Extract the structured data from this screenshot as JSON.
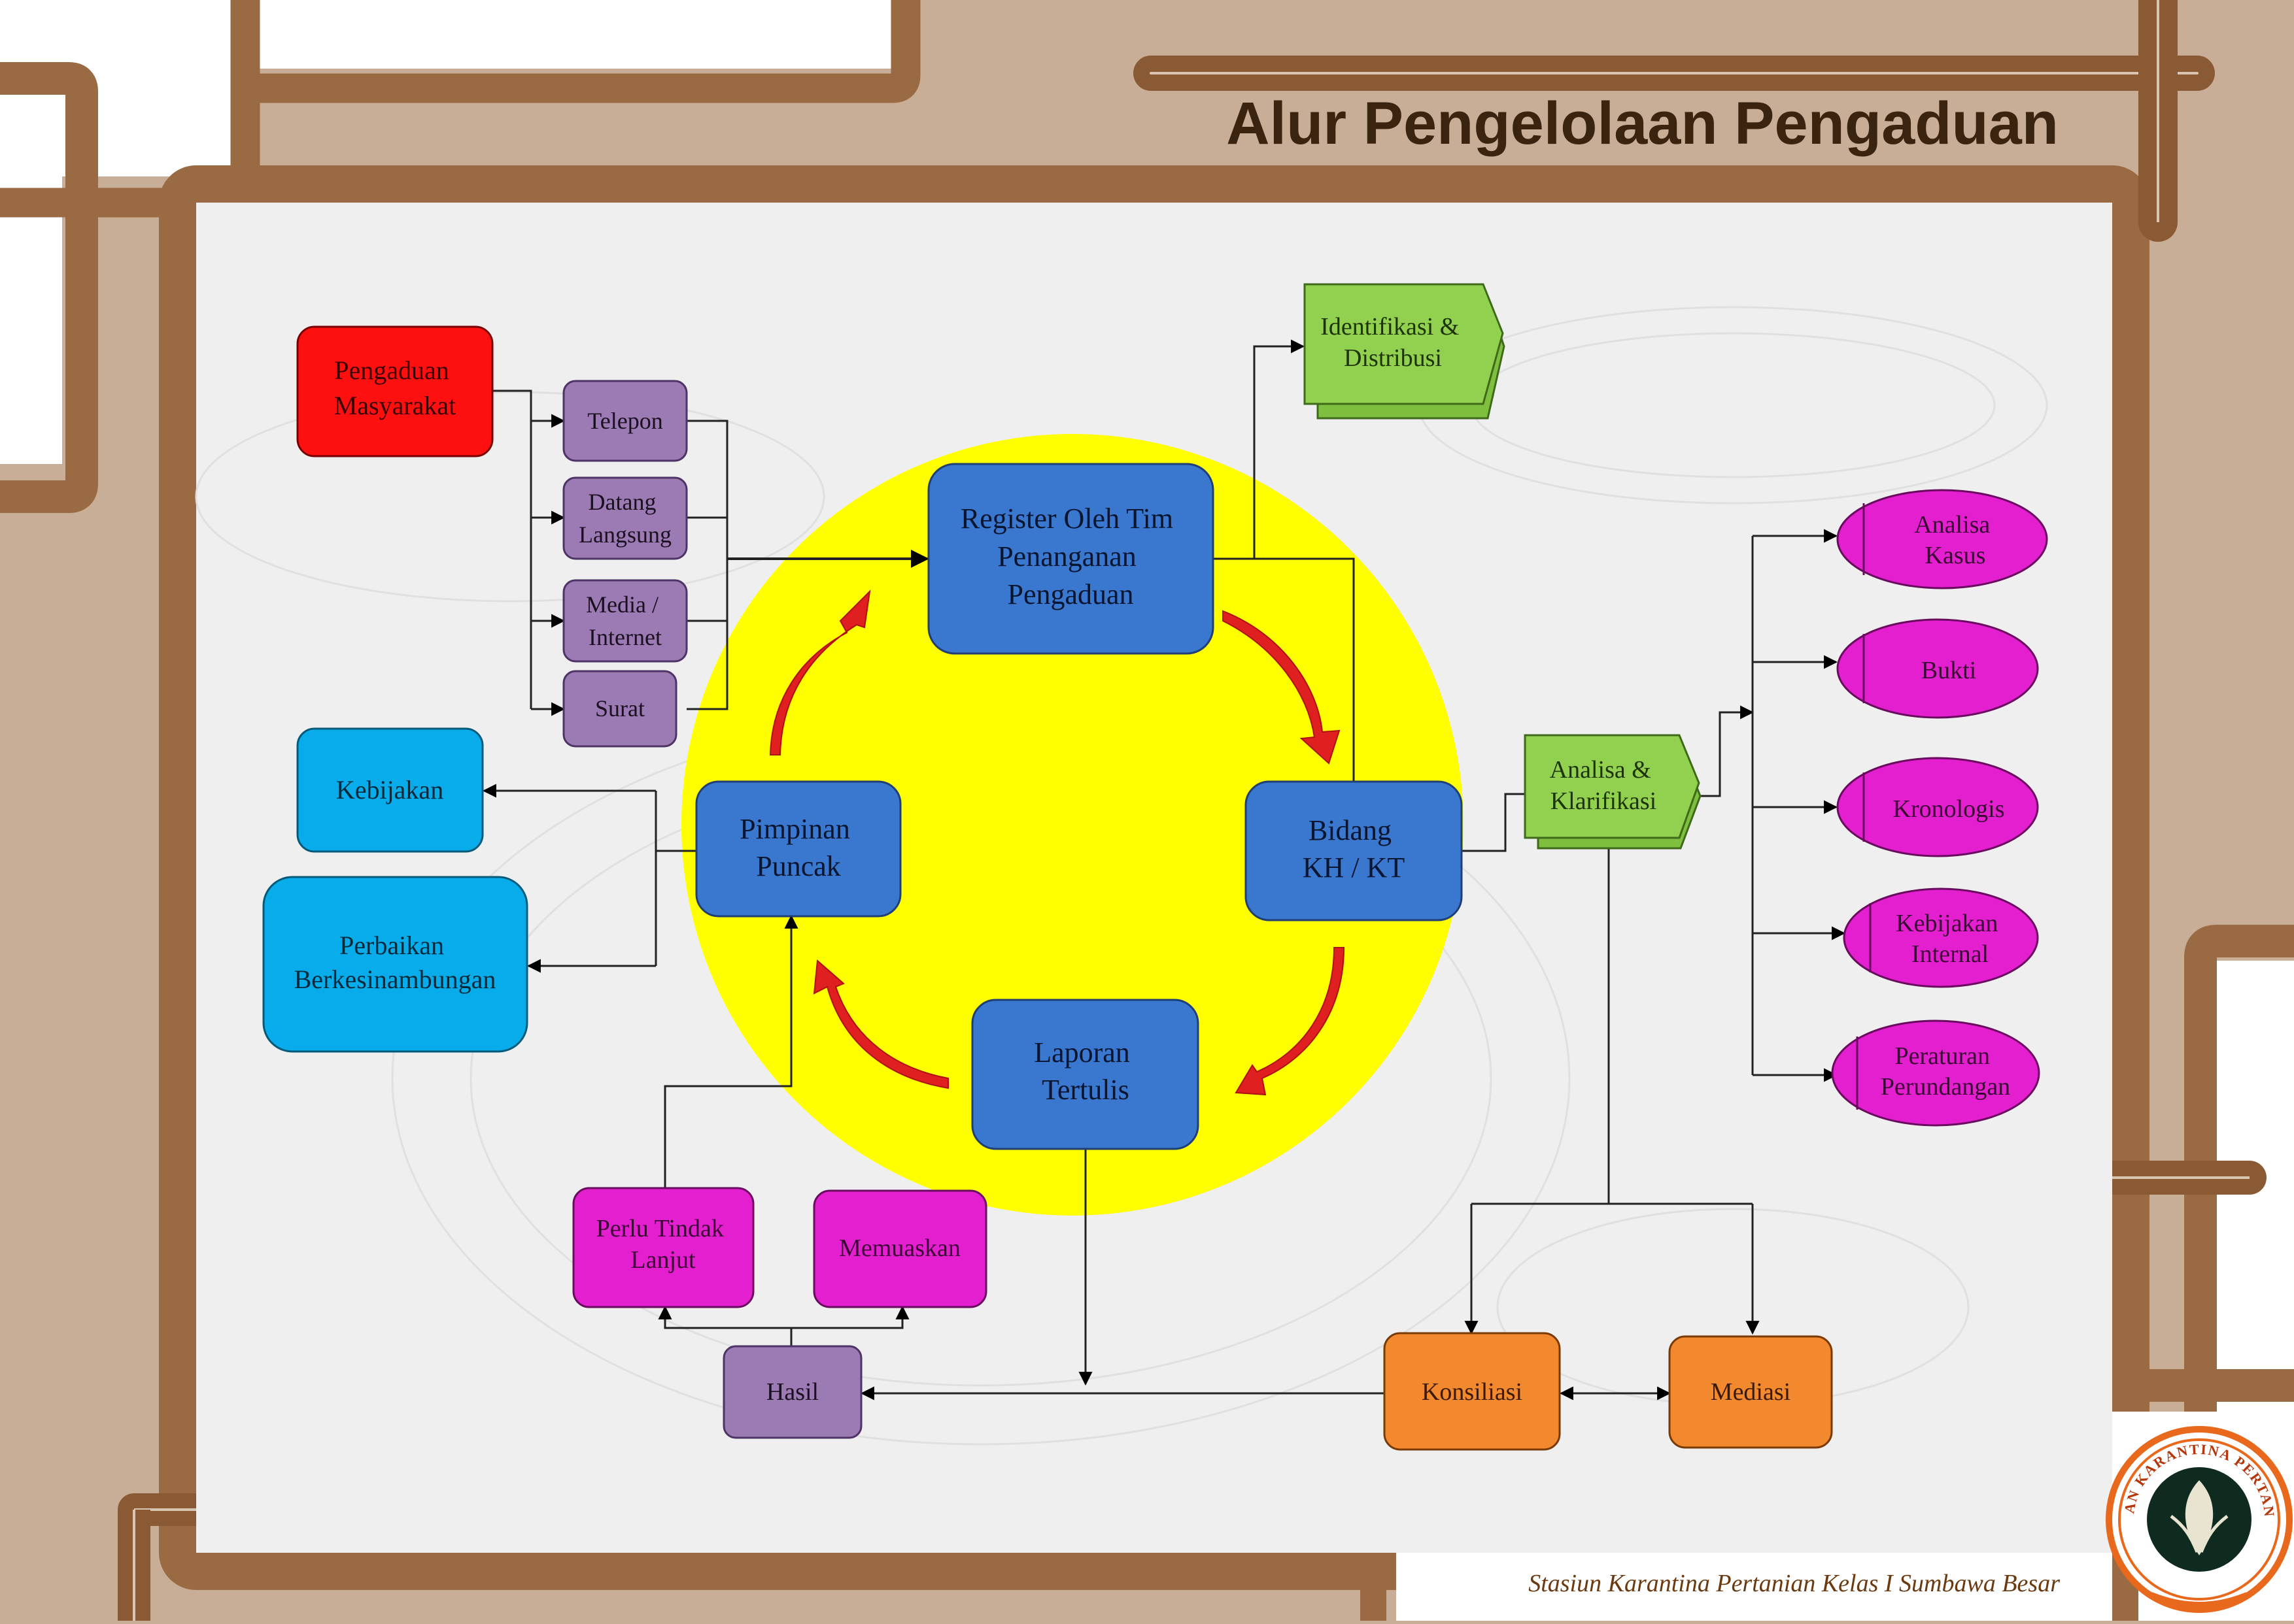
{
  "title": "Alur Pengelolaan Pengaduan",
  "footer": "Stasiun Karantina Pertanian Kelas I Sumbawa Besar",
  "logo_text": "BADAN KARANTINA PERTANIAN",
  "nodes": {
    "pengaduan": [
      "Pengaduan",
      "Masyarakat"
    ],
    "telepon": [
      "Telepon"
    ],
    "datang": [
      "Datang",
      "Langsung"
    ],
    "media": [
      "Media /",
      "Internet"
    ],
    "surat": [
      "Surat"
    ],
    "register": [
      "Register Oleh Tim",
      "Penanganan",
      "Pengaduan"
    ],
    "identifikasi": [
      "Identifikasi &",
      "Distribusi"
    ],
    "bidang": [
      "Bidang",
      "KH / KT"
    ],
    "pimpinan": [
      "Pimpinan",
      "Puncak"
    ],
    "laporan": [
      "Laporan",
      "Tertulis"
    ],
    "kebijakan": [
      "Kebijakan"
    ],
    "perbaikan": [
      "Perbaikan",
      "Berkesinambungan"
    ],
    "analisa_klarifikasi": [
      "Analisa &",
      "Klarifikasi"
    ],
    "analisa_kasus": [
      "Analisa",
      "Kasus"
    ],
    "bukti": [
      "Bukti"
    ],
    "kronologis": [
      "Kronologis"
    ],
    "kebijakan_internal": [
      "Kebijakan",
      "Internal"
    ],
    "peraturan": [
      "Peraturan",
      "Perundangan"
    ],
    "perlu": [
      "Perlu Tindak",
      "Lanjut"
    ],
    "memuaskan": [
      "Memuaskan"
    ],
    "hasil": [
      "Hasil"
    ],
    "konsiliasi": [
      "Konsiliasi"
    ],
    "mediasi": [
      "Mediasi"
    ]
  },
  "colors": {
    "frame_dark": "#8a5a35",
    "frame_light": "#c8ae96",
    "panel": "#efefef",
    "title": "#3a2410",
    "red": "#ff1010",
    "purple": "#9c7ab3",
    "blue": "#3a77cf",
    "cyan": "#08acea",
    "green": "#92d050",
    "magenta": "#e41fcf",
    "orange": "#f3892e",
    "yellow": "#ffff00",
    "footer": "#6b3a10"
  }
}
